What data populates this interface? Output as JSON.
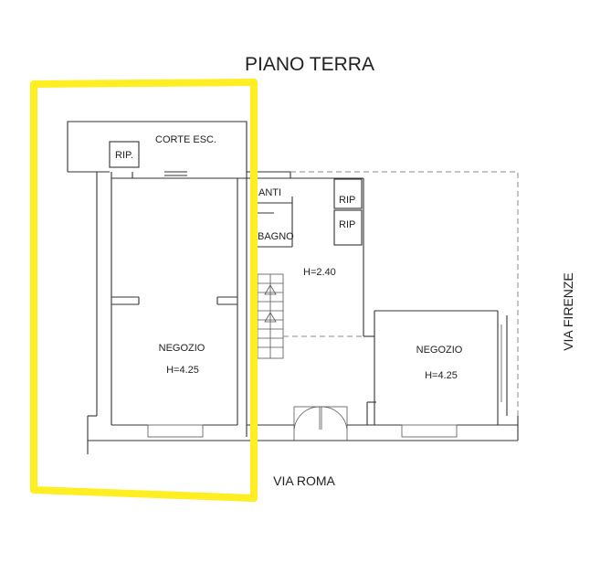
{
  "title": "PIANO TERRA",
  "streets": {
    "south": "VIA ROMA",
    "east": "VIA FIRENZE"
  },
  "rooms": {
    "corte": "CORTE ESC.",
    "rip_courtyard": "RIP.",
    "anti": "ANTI",
    "bagno": "BAGNO",
    "rip_1": "RIP",
    "rip_2": "RIP",
    "hall_height": "H=2.40",
    "shop_west_name": "NEGOZIO",
    "shop_west_height": "H=4.25",
    "shop_east_name": "NEGOZIO",
    "shop_east_height": "H=4.25"
  },
  "colors": {
    "highlight": "#ffee22",
    "wall": "#333333",
    "dashed": "#8a8a8a"
  }
}
